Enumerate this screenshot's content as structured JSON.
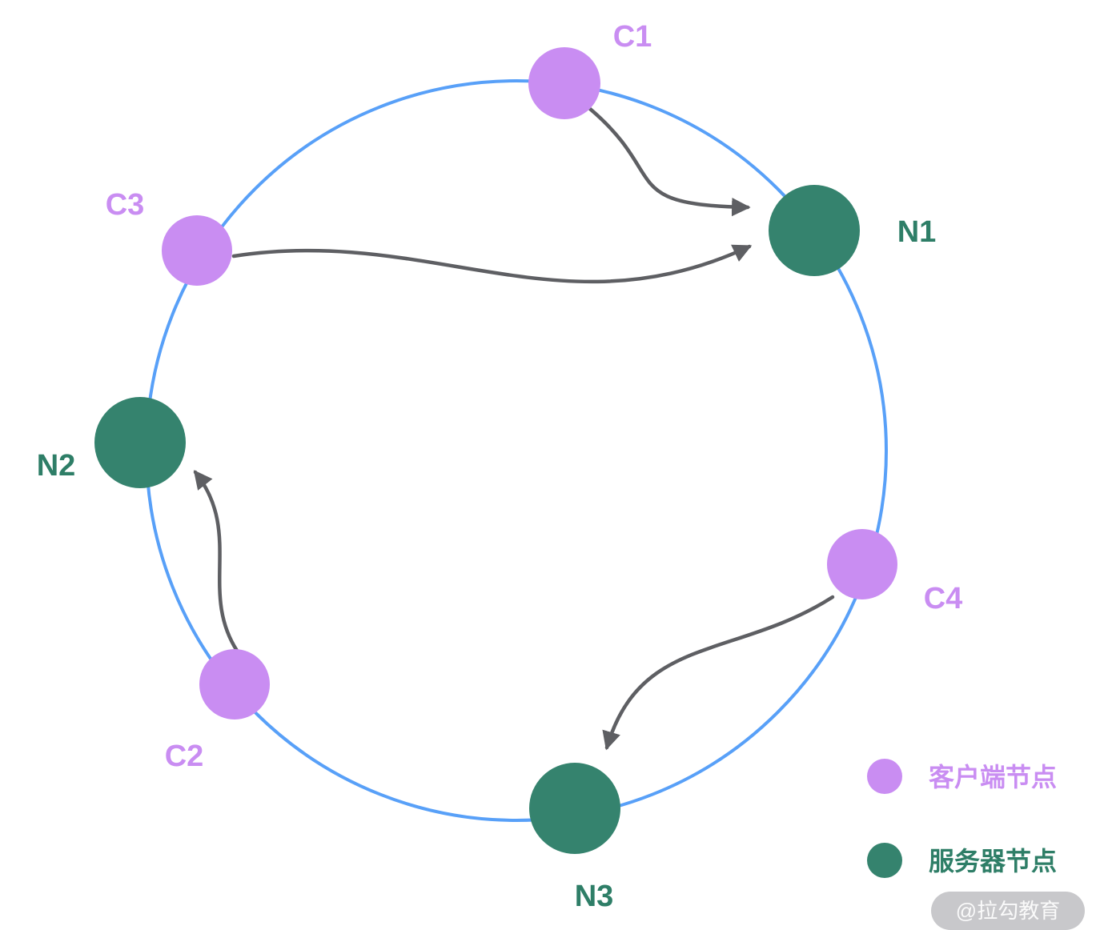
{
  "diagram": {
    "type": "consistent-hash-ring",
    "nodes": {
      "c1": {
        "label": "C1",
        "type": "client"
      },
      "c2": {
        "label": "C2",
        "type": "client"
      },
      "c3": {
        "label": "C3",
        "type": "client"
      },
      "c4": {
        "label": "C4",
        "type": "client"
      },
      "n1": {
        "label": "N1",
        "type": "server"
      },
      "n2": {
        "label": "N2",
        "type": "server"
      },
      "n3": {
        "label": "N3",
        "type": "server"
      }
    },
    "edges": [
      {
        "from": "C1",
        "to": "N1"
      },
      {
        "from": "C3",
        "to": "N1"
      },
      {
        "from": "C2",
        "to": "N2"
      },
      {
        "from": "C4",
        "to": "N3"
      }
    ],
    "colors": {
      "client_node": "#c98df2",
      "server_node": "#35836e",
      "ring_stroke": "#58a0f8",
      "arrow": "#5e5f63",
      "client_label": "#c98df2",
      "server_label": "#2e7e67"
    }
  },
  "legend": {
    "client": {
      "label": "客户端节点"
    },
    "server": {
      "label": "服务器节点"
    }
  },
  "watermark": {
    "text": "@拉勾教育"
  }
}
